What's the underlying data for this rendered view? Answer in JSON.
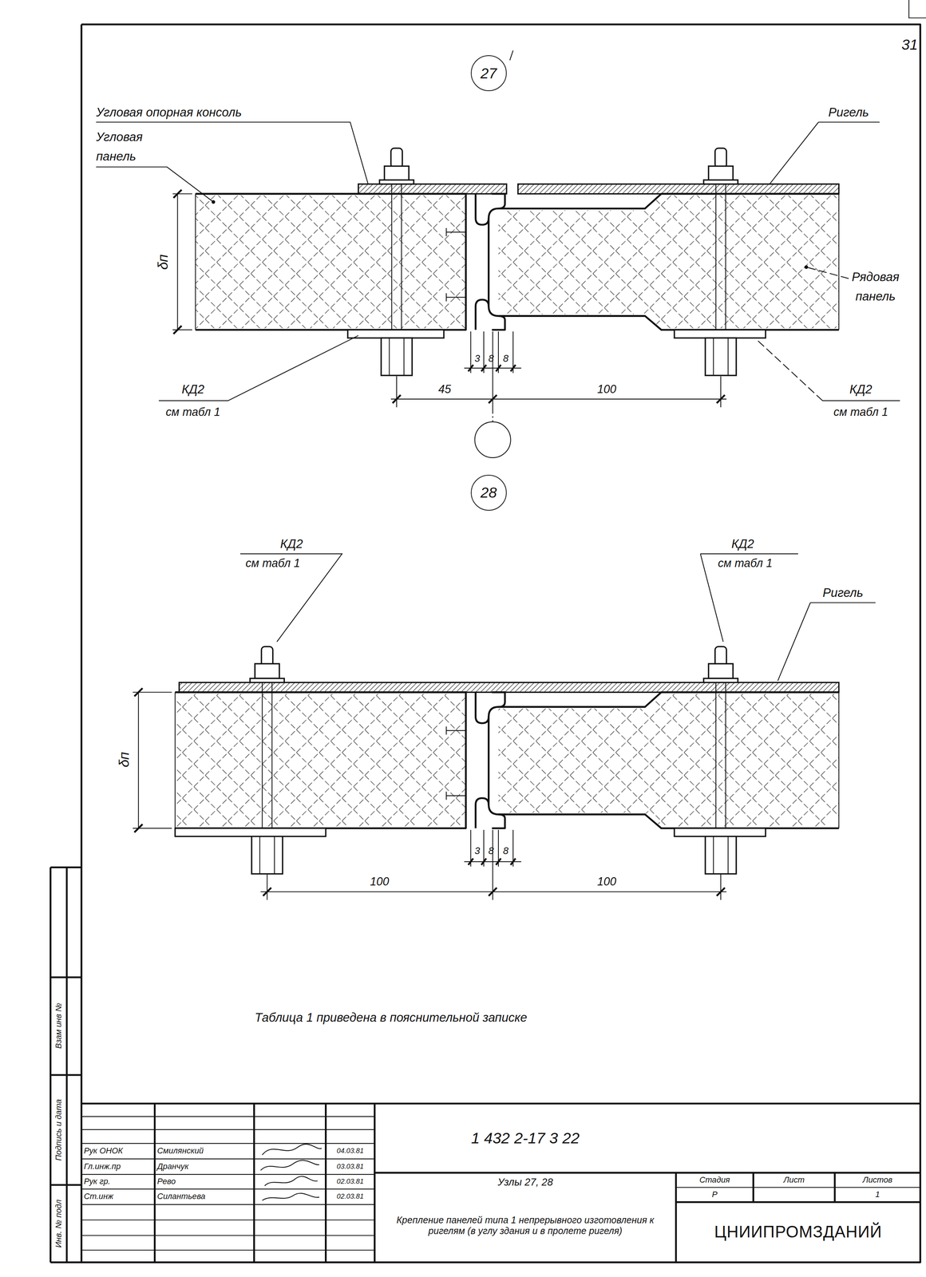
{
  "diagram": {
    "nodes": [
      {
        "text": [
          "27"
        ]
      },
      {
        "text": [
          "28"
        ]
      }
    ],
    "labels": [
      "31",
      "Угловая опорная консоль",
      "Угловая панель",
      "Ригель",
      "δп",
      "Рядовая панель",
      "3",
      "8",
      "8",
      "45",
      "100",
      "КД2",
      "см табл 1",
      "КД2",
      "см табл 1",
      "КД2",
      "см табл 1",
      "КД2",
      "см табл 1",
      "Ригель",
      "δп",
      "3",
      "8",
      "8",
      "100",
      "100",
      "Таблица 1 приведена в пояснительной записке",
      "Рук ОНОК",
      "Смилянский",
      "04.03.81",
      "Гл.инж.пр",
      "Дранчук",
      "03.03.81",
      "Рук гр.",
      "Рево",
      "02.03.81",
      "Ст.инж",
      "Силантьева",
      "02.03.81",
      "1 432 2-17 3 22",
      "Узлы 27, 28",
      "Крепление панелей типа 1 непрерывного изготовления к ригелям (в углу здания и в пролете ригеля)",
      "Стадия",
      "Лист",
      "Листов",
      "Р",
      "1",
      "ЦНИИПРОМЗДАНИЙ",
      "Взам инв №",
      "Подпись и дата",
      "Инв. № подл"
    ]
  }
}
